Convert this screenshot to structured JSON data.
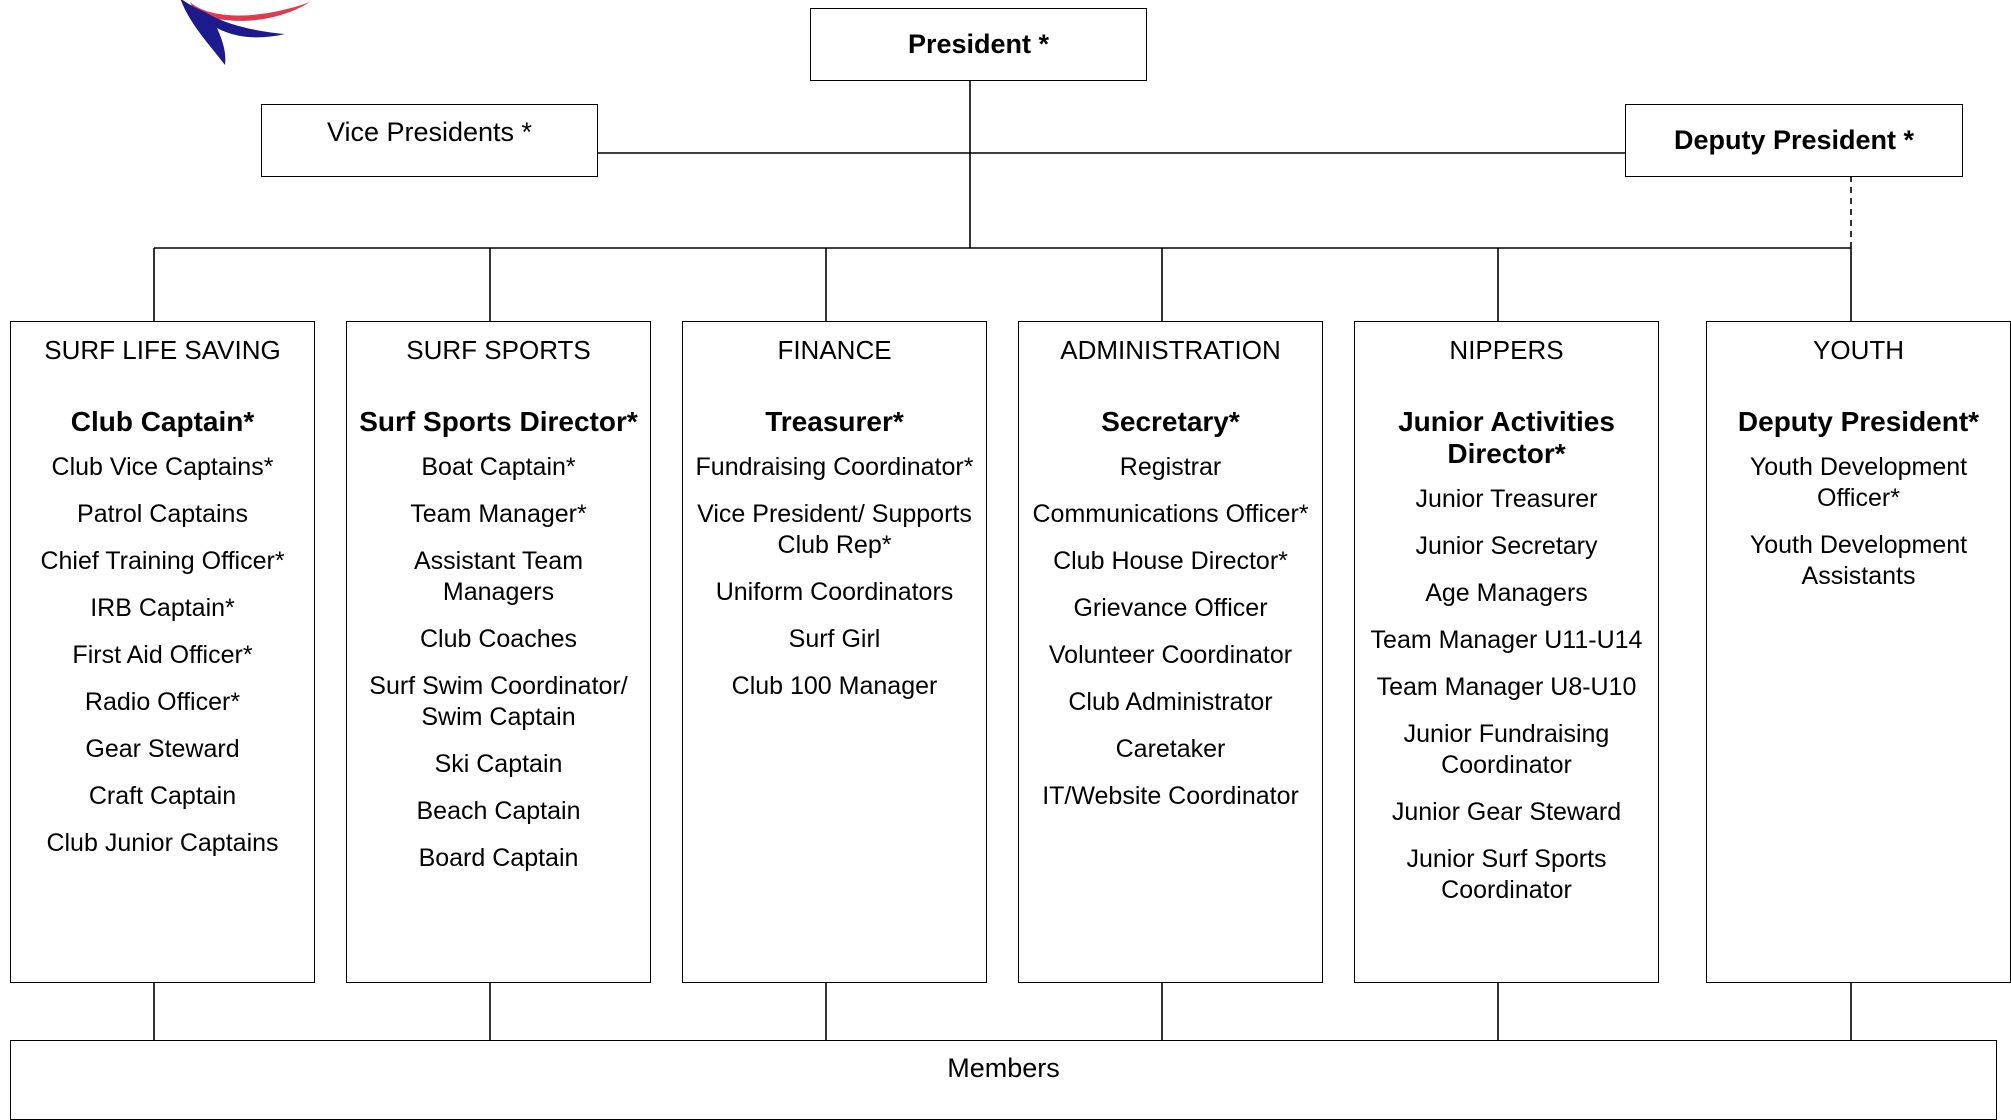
{
  "colors": {
    "line": "#000000",
    "logo_red": "#e03a4e",
    "logo_blue": "#1c1a8c"
  },
  "logo": {
    "icon": "club-logo-icon"
  },
  "president": {
    "title": "President *"
  },
  "vice_presidents": {
    "title": "Vice Presidents *"
  },
  "deputy_president": {
    "title": "Deputy President *"
  },
  "departments": [
    {
      "title": "SURF LIFE SAVING",
      "head": "Club Captain*",
      "roles": [
        "Club Vice Captains*",
        "Patrol Captains",
        "Chief Training Officer*",
        "IRB Captain*",
        "First Aid Officer*",
        "Radio Officer*",
        "Gear Steward",
        "Craft Captain",
        "Club Junior Captains"
      ]
    },
    {
      "title": "SURF SPORTS",
      "head": "Surf Sports Director*",
      "roles": [
        "Boat Captain*",
        "Team Manager*",
        "Assistant Team Managers",
        "Club Coaches",
        "Surf Swim Coordinator/ Swim Captain",
        "Ski Captain",
        "Beach Captain",
        "Board Captain"
      ]
    },
    {
      "title": "FINANCE",
      "head": "Treasurer*",
      "roles": [
        "Fundraising Coordinator*",
        "Vice President/ Supports Club Rep*",
        "Uniform Coordinators",
        "Surf Girl",
        "Club 100 Manager"
      ]
    },
    {
      "title": "ADMINISTRATION",
      "head": "Secretary*",
      "roles": [
        "Registrar",
        "Communications Officer*",
        "Club House Director*",
        "Grievance Officer",
        "Volunteer Coordinator",
        "Club Administrator",
        "Caretaker",
        "IT/Website Coordinator"
      ]
    },
    {
      "title": "NIPPERS",
      "head": "Junior Activities Director*",
      "roles": [
        "Junior Treasurer",
        "Junior Secretary",
        "Age Managers",
        "Team Manager U11-U14",
        "Team Manager U8-U10",
        "Junior Fundraising Coordinator",
        "Junior Gear Steward",
        "Junior Surf Sports Coordinator"
      ]
    },
    {
      "title": "YOUTH",
      "head": "Deputy President*",
      "roles": [
        "Youth Development Officer*",
        "Youth Development Assistants"
      ]
    }
  ],
  "members": {
    "title": "Members"
  }
}
